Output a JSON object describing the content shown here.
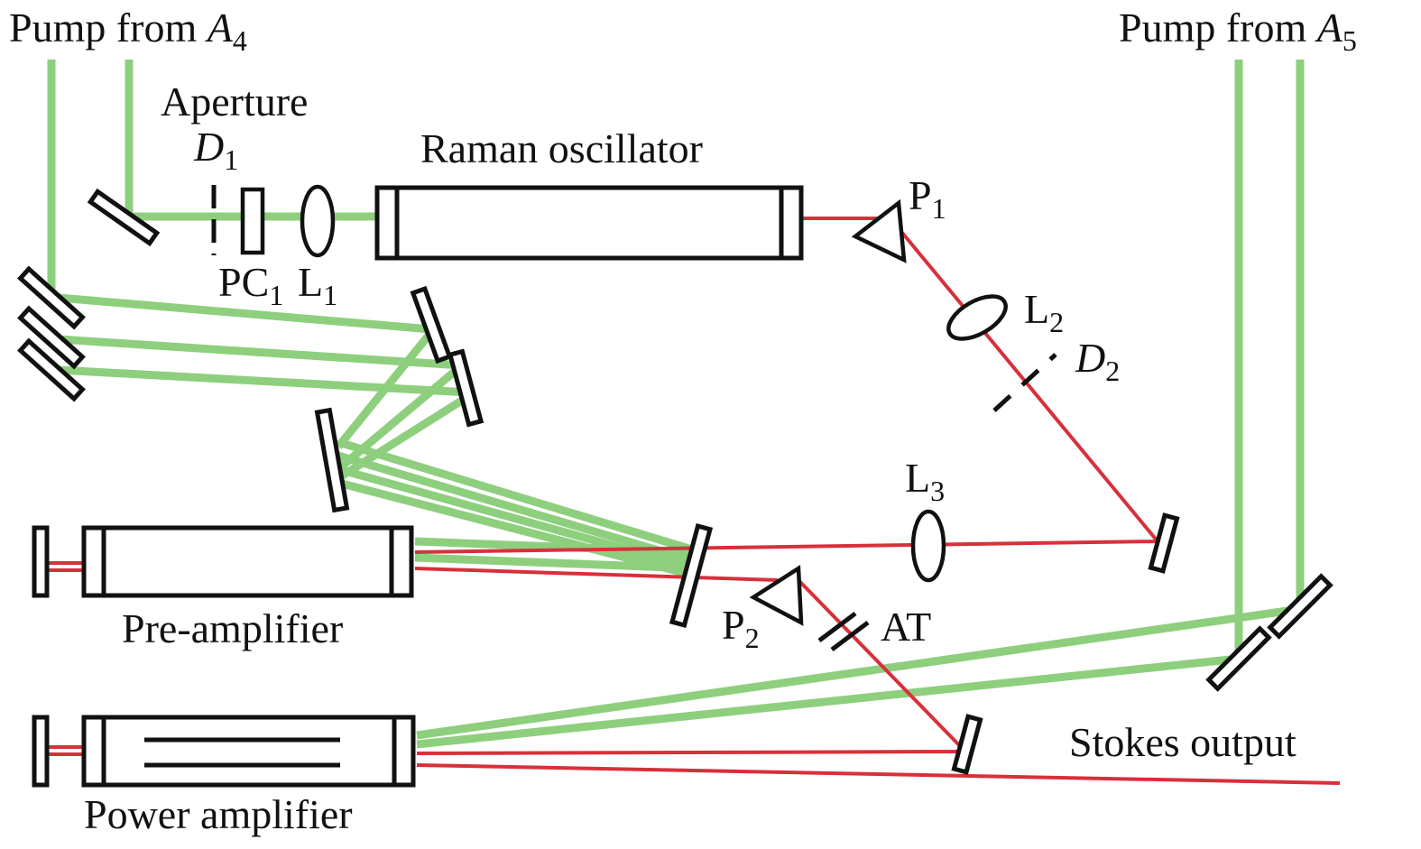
{
  "colors": {
    "pump_beam": "#8ecf7e",
    "stokes_beam": "#d8303a",
    "outline": "#111111"
  },
  "labels": {
    "pump_a4_main": "Pump from ",
    "pump_a4_var": "A",
    "pump_a4_sub": "4",
    "pump_a5_main": "Pump from ",
    "pump_a5_var": "A",
    "pump_a5_sub": "5",
    "aperture": "Aperture",
    "d1_var": "D",
    "d1_sub": "1",
    "pc1_main": "PC",
    "pc1_sub": "1",
    "l1_main": "L",
    "l1_sub": "1",
    "raman_oscillator": "Raman oscillator",
    "p1_main": "P",
    "p1_sub": "1",
    "l2_main": "L",
    "l2_sub": "2",
    "d2_var": "D",
    "d2_sub": "2",
    "l3_main": "L",
    "l3_sub": "3",
    "p2_main": "P",
    "p2_sub": "2",
    "at": "AT",
    "pre_amplifier": "Pre-amplifier",
    "power_amplifier": "Power amplifier",
    "stokes_output": "Stokes output"
  }
}
